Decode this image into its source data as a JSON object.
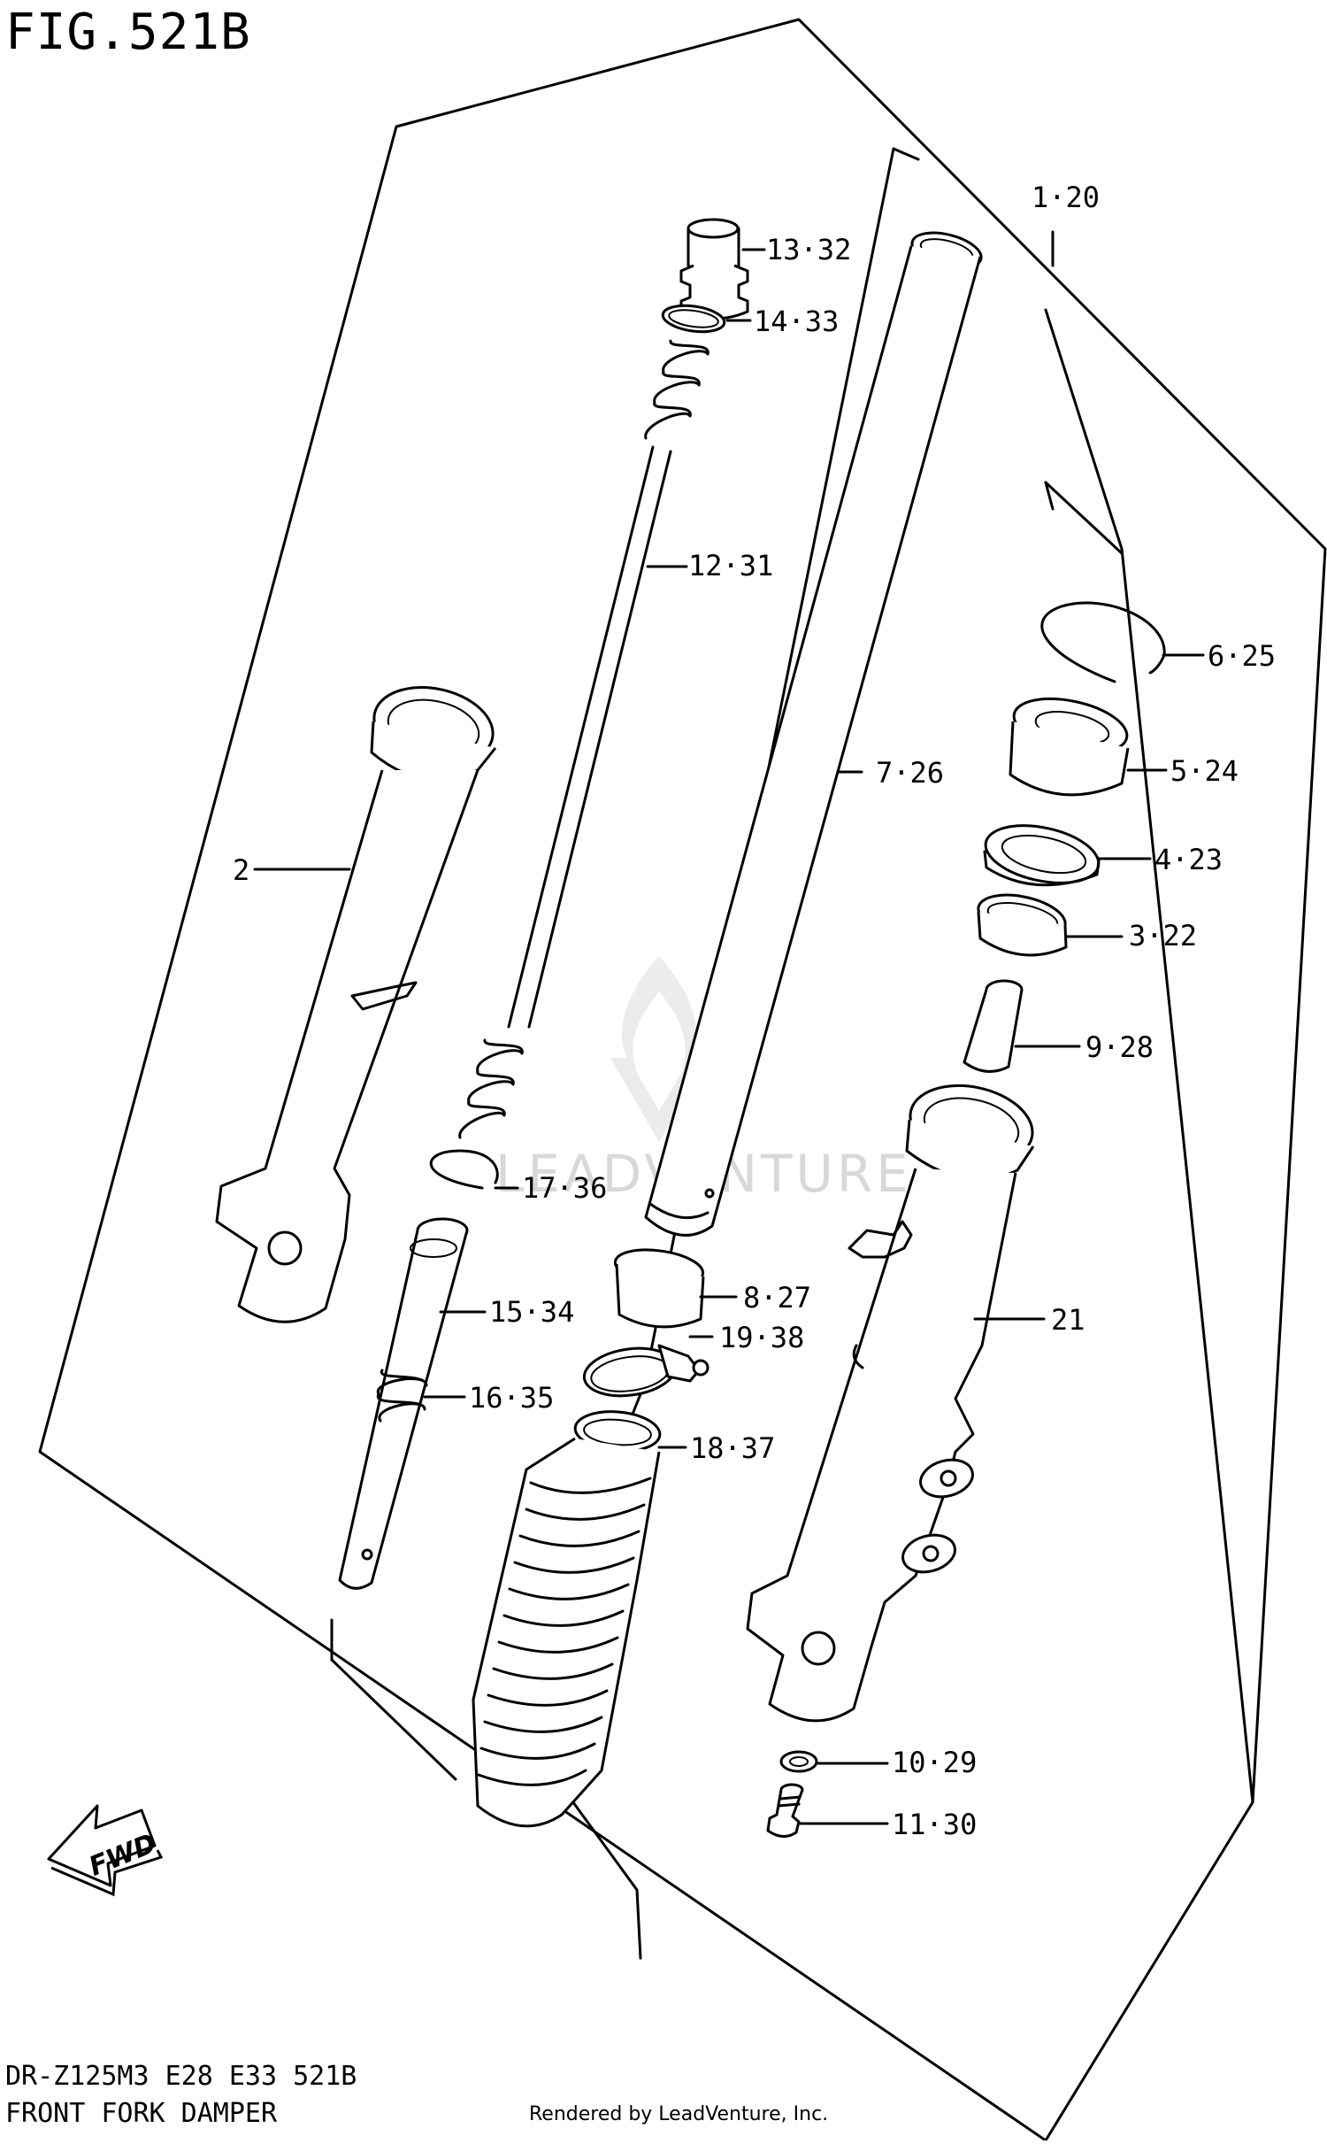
{
  "header": {
    "title": "FIG.521B"
  },
  "footer": {
    "model": "DR-Z125M3 E28 E33 521B",
    "caption": "FRONT FORK DAMPER",
    "credit": "Rendered by LeadVenture, Inc."
  },
  "watermark": "LEADVENTURE",
  "direction_marker": "FWD",
  "callouts": [
    {
      "id": "c-1-20",
      "label": "1·20"
    },
    {
      "id": "c-13-32",
      "label": "13·32"
    },
    {
      "id": "c-14-33",
      "label": "14·33"
    },
    {
      "id": "c-12-31",
      "label": "12·31"
    },
    {
      "id": "c-6-25",
      "label": "6·25"
    },
    {
      "id": "c-5-24",
      "label": "5·24"
    },
    {
      "id": "c-7-26",
      "label": "7·26"
    },
    {
      "id": "c-4-23",
      "label": "4·23"
    },
    {
      "id": "c-2",
      "label": "2"
    },
    {
      "id": "c-3-22",
      "label": "3·22"
    },
    {
      "id": "c-9-28",
      "label": "9·28"
    },
    {
      "id": "c-17-36",
      "label": "17·36"
    },
    {
      "id": "c-8-27",
      "label": "8·27"
    },
    {
      "id": "c-15-34",
      "label": "15·34"
    },
    {
      "id": "c-21",
      "label": "21"
    },
    {
      "id": "c-19-38",
      "label": "19·38"
    },
    {
      "id": "c-16-35",
      "label": "16·35"
    },
    {
      "id": "c-18-37",
      "label": "18·37"
    },
    {
      "id": "c-10-29",
      "label": "10·29"
    },
    {
      "id": "c-11-30",
      "label": "11·30"
    }
  ]
}
